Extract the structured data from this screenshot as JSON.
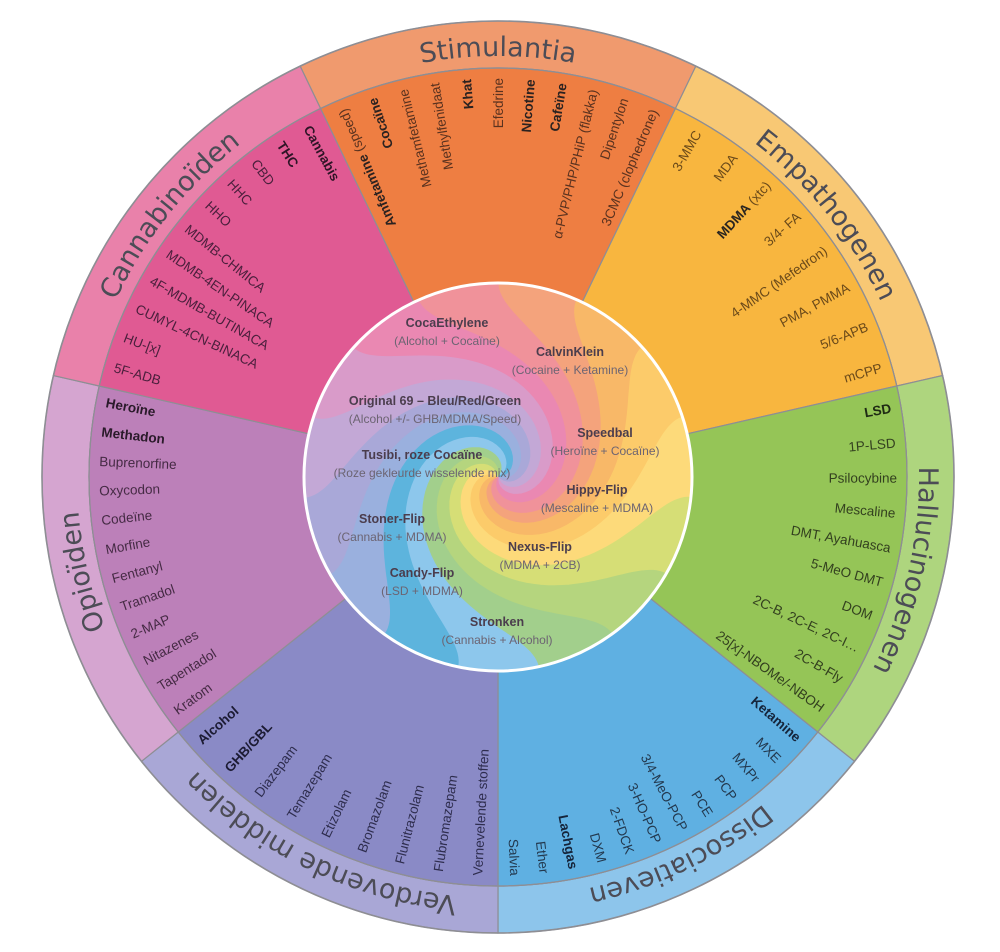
{
  "wheel": {
    "categories": [
      {
        "label": "Stimulantia",
        "band_color": "#F09A6E",
        "fill_color": "#EE7E42",
        "text_color": "#5a321f",
        "bold_color": "#2b2220",
        "items": [
          {
            "bold": "Amfetamine",
            "text": " (speed)"
          },
          {
            "bold": "Cocaïne"
          },
          {
            "text": "Methamfetamine"
          },
          {
            "text": "Methylfenidaat"
          },
          {
            "bold": "Khat"
          },
          {
            "text": "Efedrine"
          },
          {
            "bold": "Nicotine"
          },
          {
            "bold": "Cafeïne"
          },
          {
            "text": "α-PVP/PHP/PHiP (flakka)"
          },
          {
            "text": "Dipentylon"
          },
          {
            "text": "3CMC (clophedrone)"
          }
        ]
      },
      {
        "label": "Empathogenen",
        "band_color": "#F8C874",
        "fill_color": "#F8B63F",
        "text_color": "#6b4a1a",
        "bold_color": "#2b2620",
        "items": [
          {
            "text": "3-MMC"
          },
          {
            "text": "MDA"
          },
          {
            "bold": "MDMA",
            "text": " (xtc)"
          },
          {
            "text": "3/4- FA"
          },
          {
            "text": "4-MMC (Mefedron)"
          },
          {
            "text": "PMA, PMMA"
          },
          {
            "text": "5/6-APB"
          },
          {
            "text": "mCPP"
          }
        ]
      },
      {
        "label": "Hallucinogenen",
        "band_color": "#AED57E",
        "fill_color": "#95C557",
        "text_color": "#33401f",
        "bold_color": "#1f2a14",
        "items": [
          {
            "bold": "LSD"
          },
          {
            "text": "1P-LSD"
          },
          {
            "text": "Psilocybine"
          },
          {
            "text": "Mescaline"
          },
          {
            "text": "DMT, Ayahuasca"
          },
          {
            "text": "5-MeO DMT"
          },
          {
            "text": "DOM"
          },
          {
            "text": "2C-B, 2C-E, 2C-I…"
          },
          {
            "text": "2C-B-Fly"
          },
          {
            "text": "25[x]-NBOMe/-NBOH"
          }
        ]
      },
      {
        "label": "Dissociatieven",
        "band_color": "#8DC5EB",
        "fill_color": "#5FB0E2",
        "text_color": "#23394f",
        "bold_color": "#15243a",
        "items": [
          {
            "bold": "Ketamine"
          },
          {
            "text": "MXE"
          },
          {
            "text": "MXPr"
          },
          {
            "text": "PCP"
          },
          {
            "text": "PCE"
          },
          {
            "text": "3/4-MeO-PCP"
          },
          {
            "text": "3-HO-PCP"
          },
          {
            "text": "2-FDCK"
          },
          {
            "text": "DXM"
          },
          {
            "bold": "Lachgas"
          },
          {
            "text": "Ether"
          },
          {
            "text": "Salvia"
          }
        ]
      },
      {
        "label": "Verdovende middelen",
        "band_color": "#A9A7D6",
        "fill_color": "#8A8AC6",
        "text_color": "#2e2d4e",
        "bold_color": "#1c1b33",
        "items": [
          {
            "bold": "Alcohol"
          },
          {
            "bold": "GHB/GBL"
          },
          {
            "text": "Diazepam"
          },
          {
            "text": "Temazepam"
          },
          {
            "text": "Etizolam"
          },
          {
            "text": "Bromazolam"
          },
          {
            "text": "Flunitrazolam"
          },
          {
            "text": "Flubromazepam"
          },
          {
            "text": "Vernevelende stoffen"
          }
        ]
      },
      {
        "label": "Opioïden",
        "band_color": "#D5A5D0",
        "fill_color": "#BC80B9",
        "text_color": "#452a44",
        "bold_color": "#2a1a2a",
        "items": [
          {
            "bold": "Heroïne"
          },
          {
            "bold": "Methadon"
          },
          {
            "text": "Buprenorfine"
          },
          {
            "text": "Oxycodon"
          },
          {
            "text": "Codeïne"
          },
          {
            "text": "Morfine"
          },
          {
            "text": "Fentanyl"
          },
          {
            "text": "Tramadol"
          },
          {
            "text": "2-MAP"
          },
          {
            "text": "Nitazenes"
          },
          {
            "text": "Tapentadol"
          },
          {
            "text": "Kratom"
          }
        ]
      },
      {
        "label": "Cannabinoïden",
        "band_color": "#E981AA",
        "fill_color": "#E05A93",
        "text_color": "#4a1f3c",
        "bold_color": "#2e1426",
        "items": [
          {
            "bold": "Cannabis"
          },
          {
            "bold": "THC"
          },
          {
            "text": "CBD"
          },
          {
            "text": "HHC"
          },
          {
            "text": "HHO"
          },
          {
            "text": "MDMB-CHMICA"
          },
          {
            "text": "MDMB-4EN-PINACA"
          },
          {
            "text": "4F-MDMB-BUTINACA"
          },
          {
            "text": "CUMYL-4CN-BINACA"
          },
          {
            "text": "HU-[x]"
          },
          {
            "text": "5F-ADB"
          }
        ]
      }
    ],
    "combinations": [
      {
        "name": "CocaEthylene",
        "components": "(Alcohol + Cocaïne)"
      },
      {
        "name": "CalvinKlein",
        "components": "(Cocaine + Ketamine)"
      },
      {
        "name": "Original 69 – Bleu/Red/Green",
        "components": "(Alcohol +/- GHB/MDMA/Speed)"
      },
      {
        "name": "Speedbal",
        "components": "(Heroïne + Cocaïne)"
      },
      {
        "name": "Tusibi, roze Cocaïne",
        "components": "(Roze gekleurde wisselende mix)"
      },
      {
        "name": "Hippy-Flip",
        "components": "(Mescaline + MDMA)"
      },
      {
        "name": "Stoner-Flip",
        "components": "(Cannabis + MDMA)"
      },
      {
        "name": "Nexus-Flip",
        "components": "(MDMA + 2CB)"
      },
      {
        "name": "Candy-Flip",
        "components": "(LSD + MDMA)"
      },
      {
        "name": "Stronken",
        "components": "(Cannabis + Alcohol)"
      }
    ],
    "swirl_colors": [
      "#F4A37C",
      "#F8B868",
      "#FCCB6A",
      "#FDDA7A",
      "#D6DE76",
      "#B5D57E",
      "#A2CF8C",
      "#8DC7EC",
      "#5DB4DD",
      "#9AB0DE",
      "#A9A8D8",
      "#C3A8D6",
      "#D99BC9",
      "#EA88B2",
      "#F0929A"
    ],
    "divider_color": "#8e8e94",
    "inner_ring_color": "#ffffff"
  }
}
